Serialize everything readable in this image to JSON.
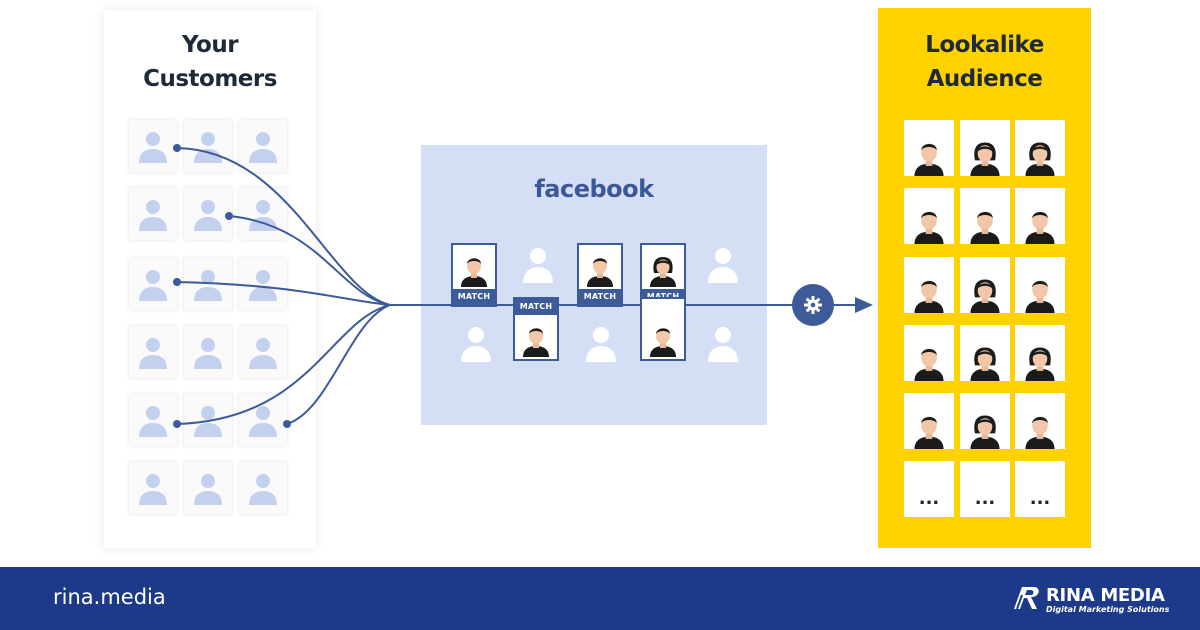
{
  "left_panel": {
    "title_line1": "Your",
    "title_line2": "Customers"
  },
  "facebook_box": {
    "logo": "facebook",
    "match_label": "MATCH"
  },
  "right_panel": {
    "title_line1": "Lookalike",
    "title_line2": "Audience",
    "ellipsis": "..."
  },
  "footer": {
    "url": "rina.media",
    "brand_name": "RINA MEDIA",
    "brand_tagline": "Digital Marketing Solutions"
  },
  "colors": {
    "primary_blue": "#3d5a99",
    "facebook_blue": "#3b5998",
    "light_blue_box": "#d4dff5",
    "customer_icon": "#c3d1ee",
    "audience_yellow": "#ffd200",
    "footer_navy": "#1d3a8a"
  }
}
